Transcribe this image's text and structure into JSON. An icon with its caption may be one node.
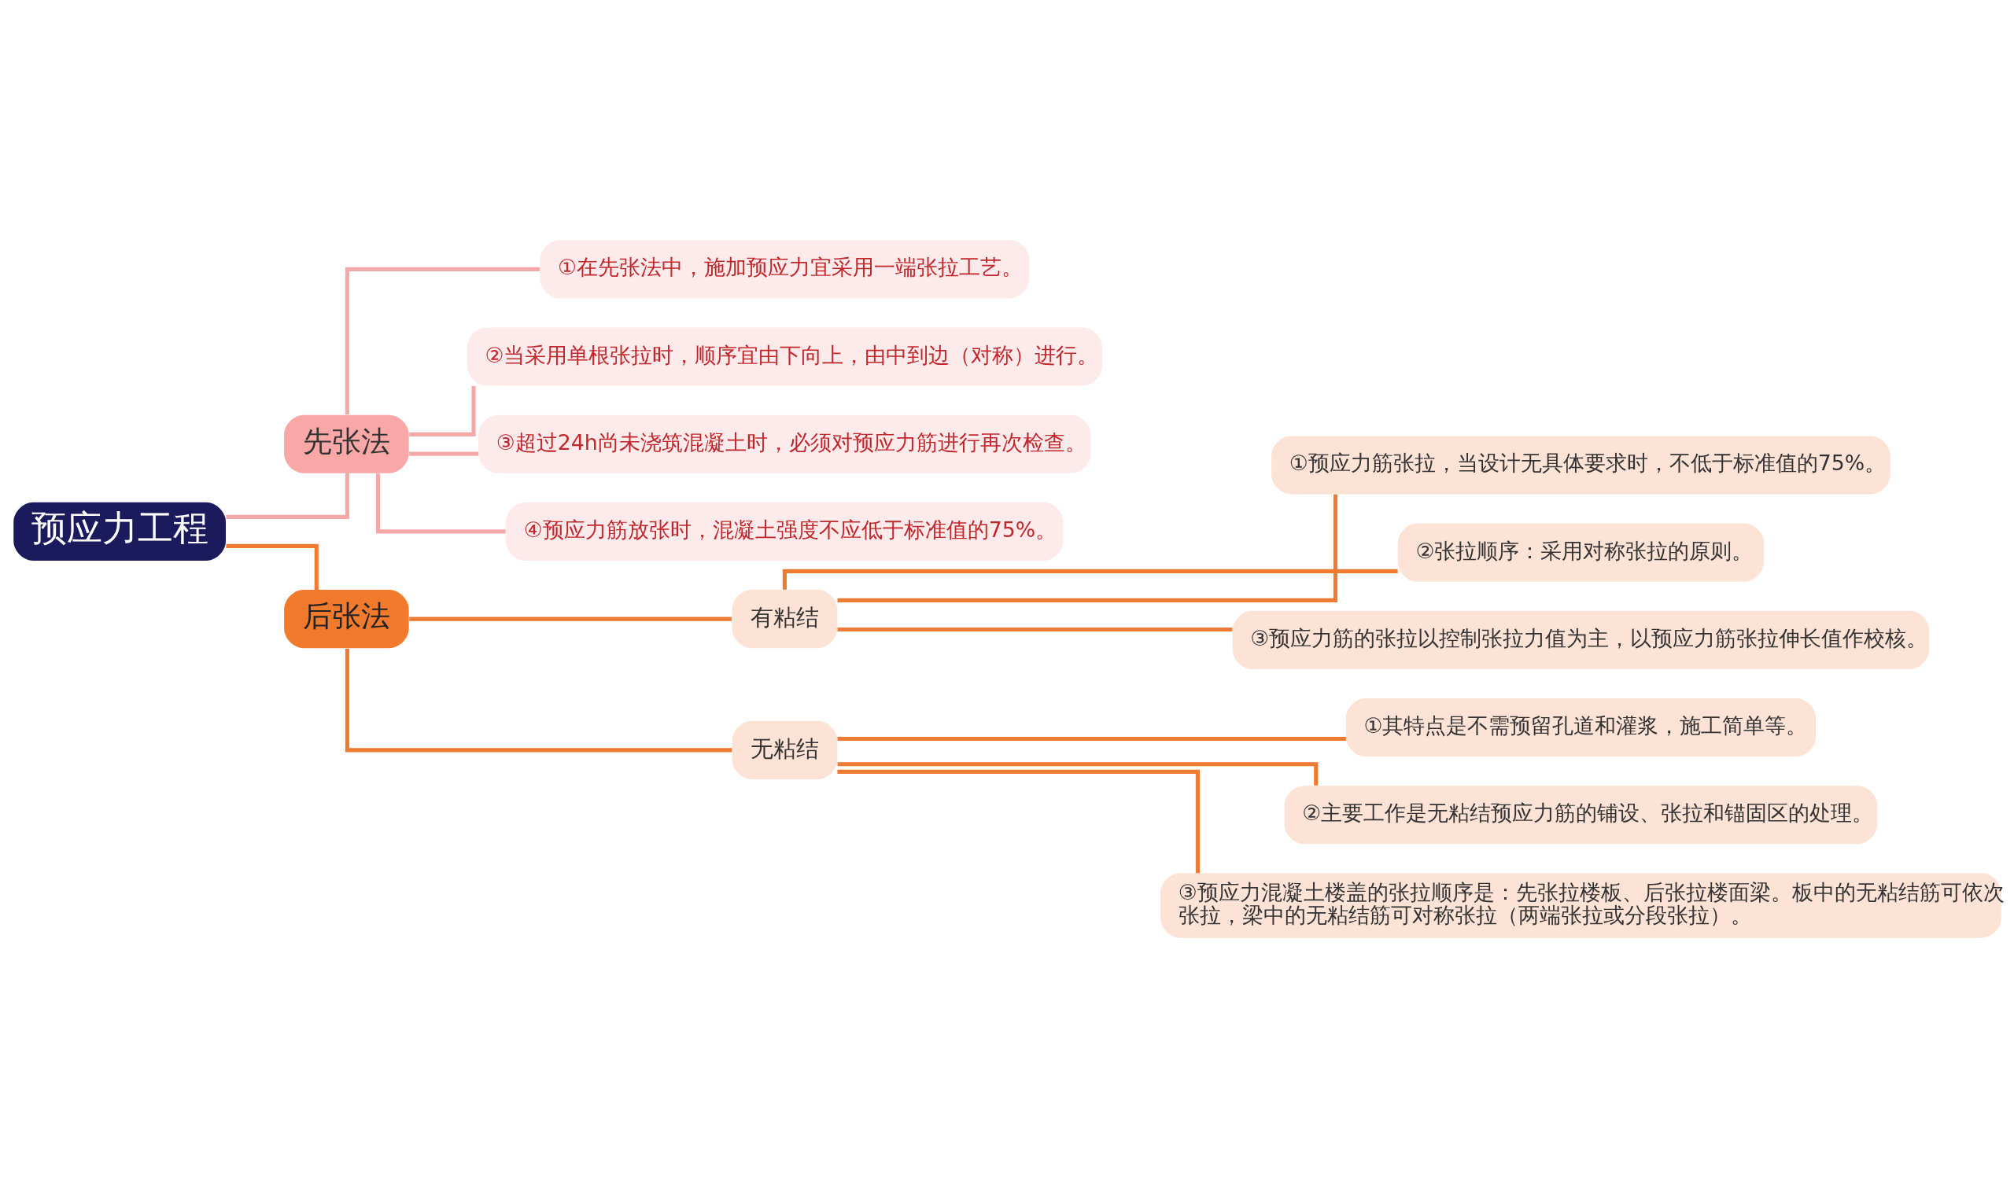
{
  "diagram": {
    "nodes": [
      {
        "text": [
          "预应力工程"
        ]
      },
      {
        "text": [
          "先张法"
        ]
      },
      {
        "text": [
          "①在先张法中，施加预应力宜采用一端张拉工艺。"
        ]
      },
      {
        "text": [
          "②当采用单根张拉时，顺序宜由下向上，由中到边（对称）进行。"
        ]
      },
      {
        "text": [
          "③超过24h尚未浇筑混凝土时，必须对预应力筋进行再次检查。"
        ]
      },
      {
        "text": [
          "④预应力筋放张时，混凝土强度不应低于标准值的75%。"
        ]
      },
      {
        "text": [
          "后张法"
        ]
      },
      {
        "text": [
          "有粘结"
        ]
      },
      {
        "text": [
          "①预应力筋张拉，当设计无具体要求时，不低于标准值的75%。"
        ]
      },
      {
        "text": [
          "②张拉顺序：采用对称张拉的原则。"
        ]
      },
      {
        "text": [
          "③预应力筋的张拉以控制张拉力值为主，以预应力筋张拉伸长值作校核。"
        ]
      },
      {
        "text": [
          "无粘结"
        ]
      },
      {
        "text": [
          "①其特点是不需预留孔道和灌浆，施工简单等。"
        ]
      },
      {
        "text": [
          "②主要工作是无粘结预应力筋的铺设、张拉和锚固区的处理。"
        ]
      },
      {
        "text": [
          "③预应力混凝土楼盖的张拉顺序是：先张拉楼板、后张拉楼面梁。板中的无粘结筋可依次张拉，梁中的无粘结筋可对称张拉（两端张拉或分段张拉）。"
        ]
      }
    ],
    "edges": [
      {
        "from": 0,
        "to": 1,
        "arrow": "none",
        "color": "#f4a9a9"
      },
      {
        "from": 1,
        "to": 2,
        "arrow": "none",
        "color": "#f4a9a9"
      },
      {
        "from": 1,
        "to": 3,
        "arrow": "none",
        "color": "#f4a9a9"
      },
      {
        "from": 1,
        "to": 4,
        "arrow": "none",
        "color": "#f4a9a9"
      },
      {
        "from": 1,
        "to": 5,
        "arrow": "none",
        "color": "#f4a9a9"
      },
      {
        "from": 0,
        "to": 6,
        "arrow": "none"
      },
      {
        "from": 6,
        "to": 7,
        "arrow": "none"
      },
      {
        "from": 7,
        "to": 8,
        "arrow": "none"
      },
      {
        "from": 7,
        "to": 9,
        "arrow": "none"
      },
      {
        "from": 7,
        "to": 10,
        "arrow": "none"
      },
      {
        "from": 6,
        "to": 11,
        "arrow": "none"
      },
      {
        "from": 11,
        "to": 12,
        "arrow": "none"
      },
      {
        "from": 11,
        "to": 13,
        "arrow": "none"
      },
      {
        "from": 11,
        "to": 14,
        "arrow": "none"
      }
    ]
  }
}
